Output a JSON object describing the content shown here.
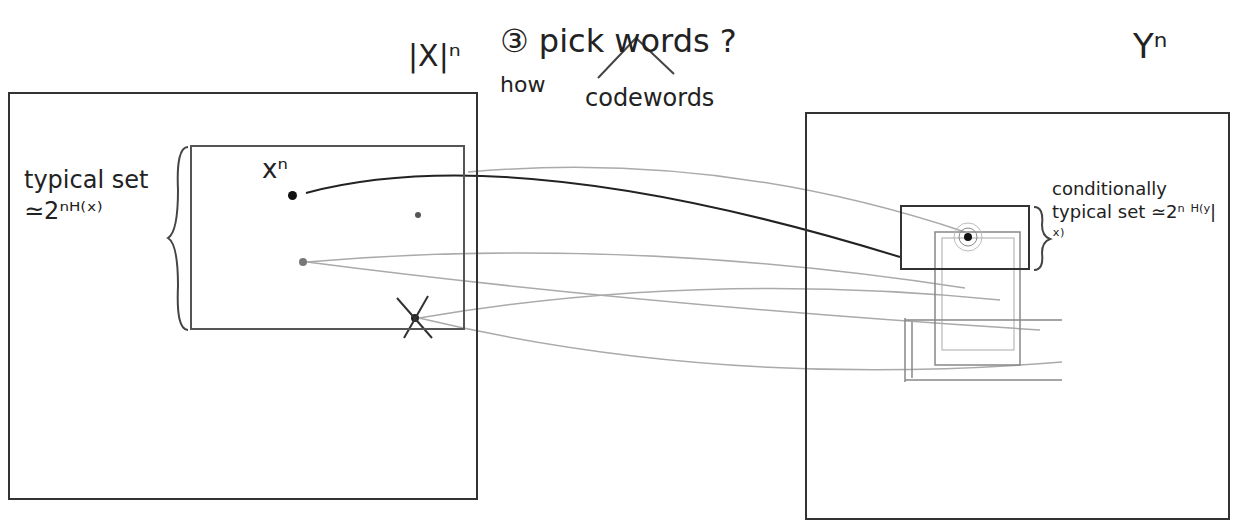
{
  "diagram": {
    "nodes": [
      {
        "text": [
          "|X|ⁿ"
        ]
      },
      {
        "text": [
          "typical set ≃2ⁿᴴ⁽ˣ⁾"
        ],
        "in": 0
      },
      {
        "text": [
          "xⁿ"
        ],
        "in": 1
      },
      {
        "text": [
          "Yⁿ"
        ]
      },
      {
        "text": [
          "conditionally typical set ≃2ⁿ ᴴ⁽ʸ|ˣ⁾"
        ],
        "in": 3
      }
    ],
    "edges": [
      {
        "from": 2,
        "to": 4,
        "arrow": "none"
      }
    ],
    "labels": [
      "③ pick words ?",
      "how",
      "codewords"
    ]
  }
}
